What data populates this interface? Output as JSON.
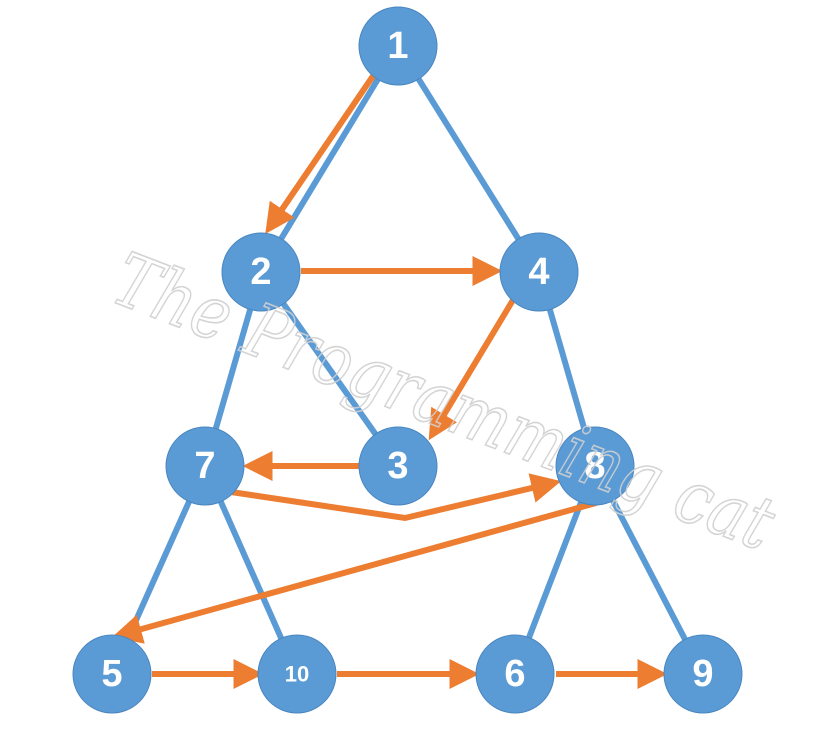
{
  "colors": {
    "node_fill": "#5b9bd5",
    "node_stroke": "#4a86c0",
    "tree_edge": "#5b9bd5",
    "traversal_arrow": "#ed7d31",
    "label": "#ffffff",
    "watermark": "#d0d0d0"
  },
  "watermark_text": "The Programming cat",
  "nodes": [
    {
      "id": "n1",
      "label": "1"
    },
    {
      "id": "n2",
      "label": "2"
    },
    {
      "id": "n4",
      "label": "4"
    },
    {
      "id": "n7",
      "label": "7"
    },
    {
      "id": "n3",
      "label": "3"
    },
    {
      "id": "n8",
      "label": "8"
    },
    {
      "id": "n5",
      "label": "5"
    },
    {
      "id": "n10",
      "label": "10"
    },
    {
      "id": "n6",
      "label": "6"
    },
    {
      "id": "n9",
      "label": "9"
    }
  ],
  "tree_edges": [
    {
      "from": "n1",
      "to": "n2"
    },
    {
      "from": "n1",
      "to": "n4"
    },
    {
      "from": "n2",
      "to": "n7"
    },
    {
      "from": "n2",
      "to": "n3"
    },
    {
      "from": "n4",
      "to": "n8"
    },
    {
      "from": "n7",
      "to": "n5"
    },
    {
      "from": "n7",
      "to": "n10"
    },
    {
      "from": "n8",
      "to": "n6"
    },
    {
      "from": "n8",
      "to": "n9"
    }
  ],
  "traversal_order": [
    "n1",
    "n2",
    "n4",
    "n3",
    "n7",
    "n8",
    "n5",
    "n10",
    "n6",
    "n9"
  ]
}
